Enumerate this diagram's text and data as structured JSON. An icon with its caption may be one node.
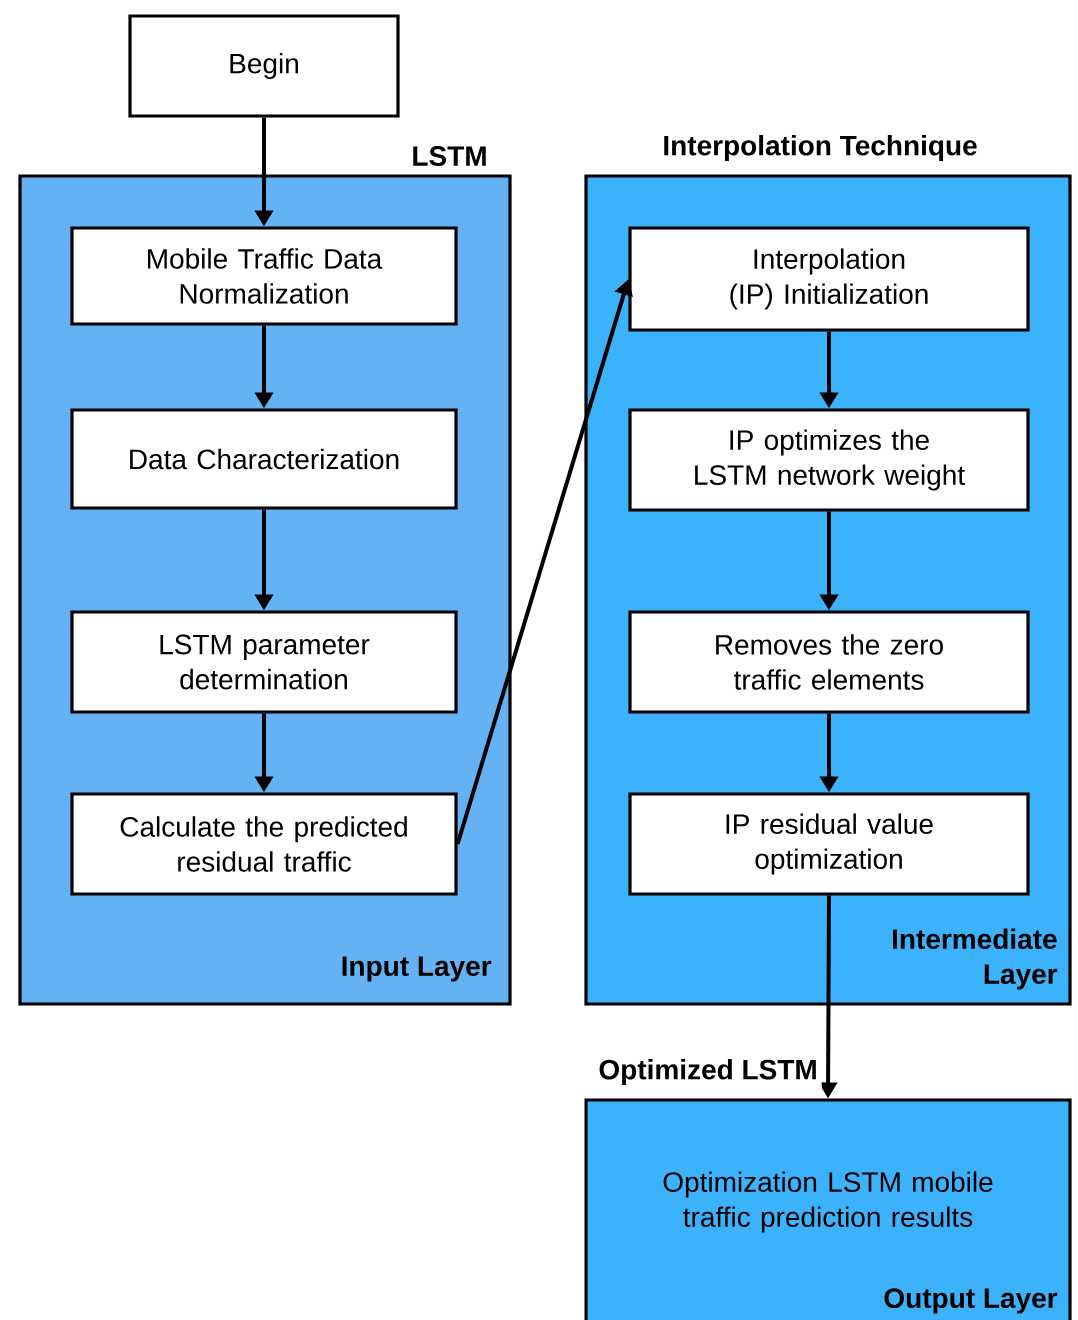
{
  "diagram": {
    "nodes": [
      {
        "text": [
          "Begin"
        ]
      },
      {
        "text": [
          "LSTM",
          "Input Layer"
        ]
      },
      {
        "text": [
          "Mobile Traffic Data Normalization"
        ],
        "in": 1
      },
      {
        "text": [
          "Data Characterization"
        ],
        "in": 1
      },
      {
        "text": [
          "LSTM parameter determination"
        ],
        "in": 1
      },
      {
        "text": [
          "Calculate the predicted residual traffic"
        ],
        "in": 1
      },
      {
        "text": [
          "Interpolation Technique",
          "Intermediate Layer"
        ]
      },
      {
        "text": [
          "Interpolation (IP) Initialization"
        ],
        "in": 6
      },
      {
        "text": [
          "IP optimizes the LSTM network weight"
        ],
        "in": 6
      },
      {
        "text": [
          "Removes the zero traffic elements"
        ],
        "in": 6
      },
      {
        "text": [
          "IP residual value optimization"
        ],
        "in": 6
      },
      {
        "text": [
          "Optimization LSTM mobile traffic prediction results",
          "Output Layer"
        ]
      }
    ],
    "edges": [
      {
        "from": 0,
        "to": 2,
        "arrow": "to"
      },
      {
        "from": 2,
        "to": 3,
        "arrow": "to"
      },
      {
        "from": 3,
        "to": 4,
        "arrow": "to"
      },
      {
        "from": 4,
        "to": 5,
        "arrow": "to"
      },
      {
        "from": 5,
        "to": 7,
        "arrow": "to"
      },
      {
        "from": 7,
        "to": 8,
        "arrow": "to"
      },
      {
        "from": 8,
        "to": 9,
        "arrow": "to"
      },
      {
        "from": 9,
        "to": 10,
        "arrow": "to"
      },
      {
        "from": 10,
        "to": 11,
        "arrow": "to",
        "label": "Optimized LSTM"
      }
    ]
  }
}
